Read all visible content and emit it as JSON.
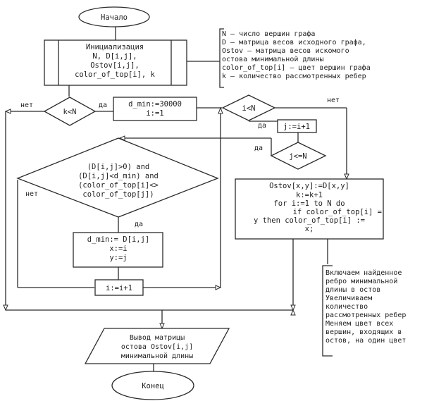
{
  "diagram": {
    "type": "flowchart",
    "start": {
      "label": "Начало"
    },
    "init": {
      "lines": [
        "Инициализация",
        "N, D[i,j],",
        "Ostov[i,j],",
        "color_of_top[i], k"
      ]
    },
    "legend": {
      "lines": [
        "N – число вершин графа",
        "D – матрица весов исходного графа,",
        "Ostov – матрица весов искомого",
        "остова минимальной длины",
        "color_of_top[i] – цвет вершин графа",
        "k – количество рассмотренных ребер"
      ]
    },
    "cond_k": {
      "label": "k<N",
      "yes": "да",
      "no": "нет"
    },
    "set_dmin": {
      "lines": [
        "d_min:=30000",
        "i:=1"
      ]
    },
    "cond_i": {
      "label": "i<N",
      "yes": "да",
      "no": "нет"
    },
    "set_j": {
      "label": "j:=i+1"
    },
    "cond_j": {
      "label": "j<=N",
      "yes": "да"
    },
    "cond_main": {
      "lines": [
        "(D[i,j]>0) and",
        "(D[i,j]<d_min) and",
        "(color_of_top[i]<>",
        "color_of_top[j])"
      ],
      "yes": "да",
      "no": "нет"
    },
    "assign_min": {
      "lines": [
        "d_min:= D[i,j]",
        "x:=i",
        "y:=j"
      ]
    },
    "inc_i": {
      "label": "i:=i+1"
    },
    "ostov_block": {
      "lines": [
        "Ostov[x,y]:=D[x,y]",
        "k:=k+1",
        "for i:=1 to N do",
        "if color_of_top[i] =",
        "y then color_of_top[i] :=",
        "x;"
      ]
    },
    "comment": {
      "lines": [
        "Включаем найденное",
        "ребро минимальной",
        "длины в остов",
        "Увеличиваем",
        "количество",
        "рассмотренных ребер",
        "Меняем цвет всех",
        "вершин, входящих в",
        "остов, на один цвет"
      ]
    },
    "output": {
      "lines": [
        "Вывод матрицы",
        "остова Ostov[i,j]",
        "минимальной длины"
      ]
    },
    "end": {
      "label": "Конец"
    }
  }
}
